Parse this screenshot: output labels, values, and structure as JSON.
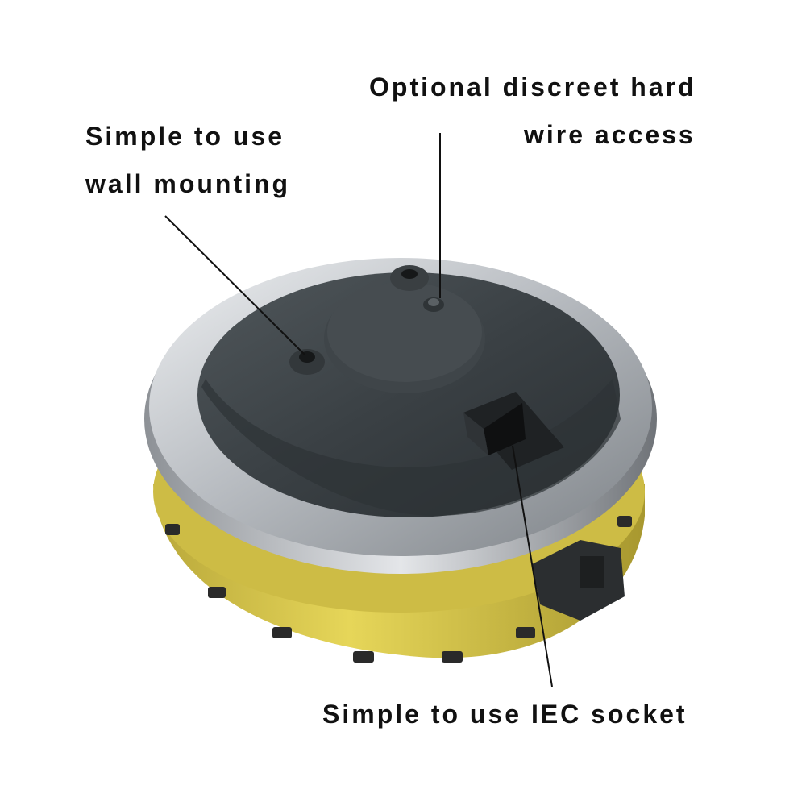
{
  "callouts": {
    "wall_mounting": {
      "line1": "Simple to use",
      "line2": "wall mounting"
    },
    "hard_wire": {
      "line1": "Optional discreet hard",
      "line2": "wire access"
    },
    "iec_socket": {
      "text": "Simple to use IEC socket"
    }
  },
  "colors": {
    "background": "#ffffff",
    "text": "#111111",
    "leader_line": "#111111",
    "dome": "#3a4043",
    "ring": "#c9ccd0",
    "base_band": "#d9c84a"
  }
}
